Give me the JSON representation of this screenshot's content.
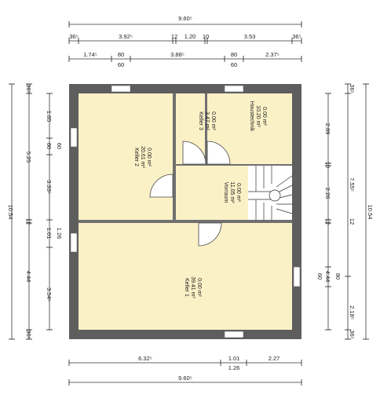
{
  "rooms": [
    {
      "key": "keller2",
      "name": "Keller 2",
      "area": "20.61 m²",
      "floor": "0.00 m²"
    },
    {
      "key": "keller3",
      "name": "Keller 3",
      "area": "3.47 m²",
      "floor": "0.00 m²"
    },
    {
      "key": "haustechnik",
      "name": "Haustechnik",
      "area": "10.20 m²",
      "floor": "0.00 m²"
    },
    {
      "key": "vorraum",
      "name": "Vorraum",
      "area": "11.05 m²",
      "floor": "0.00 m²"
    },
    {
      "key": "keller1",
      "name": "Keller 1",
      "area": "39.41 m²",
      "floor": "0.00 m²"
    }
  ],
  "top_dims": {
    "total": "9.60⁵",
    "row1": [
      "36⁵",
      "3.92⁵",
      "12",
      "1.20",
      "10",
      "3.53",
      "36⁵"
    ],
    "row2_top": [
      "1.74⁵",
      "80",
      "3.88⁵",
      "80",
      "2.37⁵"
    ],
    "row2_bottom": [
      "60",
      "60"
    ]
  },
  "left_dims": {
    "total": "10.54",
    "outer": [
      "36⁵",
      "5.25",
      "12",
      "4.44",
      "36⁵"
    ],
    "inner": [
      "1.85",
      "80",
      "3.33⁵",
      "1.01",
      "1.26",
      "3.54⁵"
    ],
    "sub": "60"
  },
  "right_dims": {
    "total": "10.54",
    "outer": [
      "36⁵",
      "7.55⁵",
      "12",
      "2.18⁵",
      "36⁵"
    ],
    "inner": [
      "2.89",
      "10",
      "2.26",
      "12",
      "4.44",
      "80"
    ],
    "sub": "60"
  },
  "bottom_dims": {
    "row1": [
      "6.32⁵",
      "1.01",
      "2.27"
    ],
    "sub": "1.26",
    "total": "9.60⁵"
  }
}
